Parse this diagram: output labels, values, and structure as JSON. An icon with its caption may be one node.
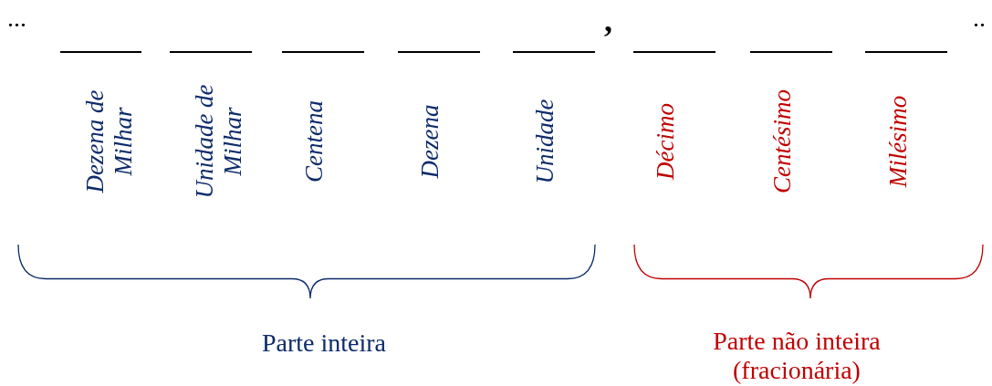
{
  "diagram": {
    "labels": [
      "...",
      ",",
      "..",
      "Dezena de Milhar",
      "Unidade de Milhar",
      "Centena",
      "Dezena",
      "Unidade",
      "Décimo",
      "Centésimo",
      "Milésimo",
      "Parte inteira",
      "Parte não inteira (fracionária)"
    ]
  }
}
